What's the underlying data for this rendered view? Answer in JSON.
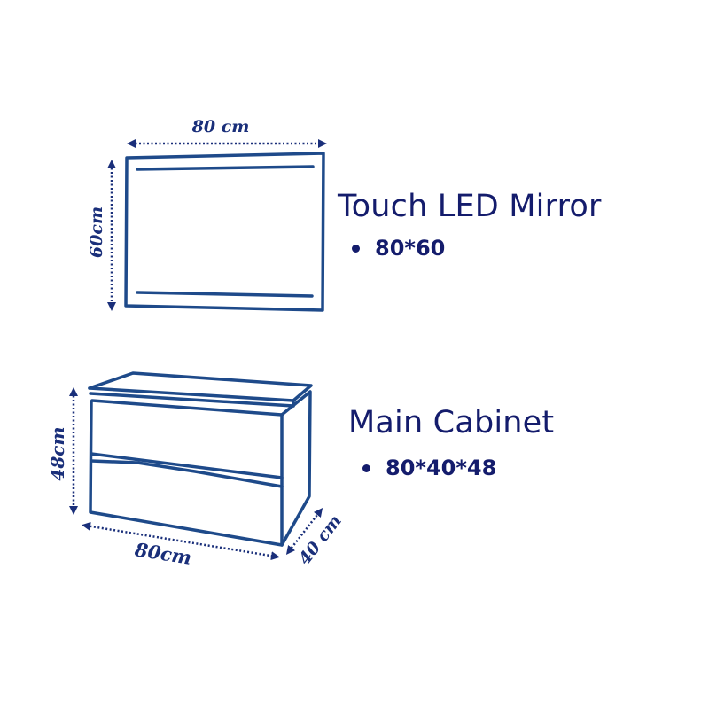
{
  "colors": {
    "text": "#141c6c",
    "line": "#1e4a8a",
    "dim": "#1a2f7a",
    "background": "#ffffff"
  },
  "mirror": {
    "title": "Touch LED Mirror",
    "spec": "80*60",
    "width_label": "80 cm",
    "height_label": "60cm"
  },
  "cabinet": {
    "title": "Main Cabinet",
    "spec": "80*40*48",
    "width_label": "80cm",
    "height_label": "48cm",
    "depth_label": "40 cm"
  }
}
